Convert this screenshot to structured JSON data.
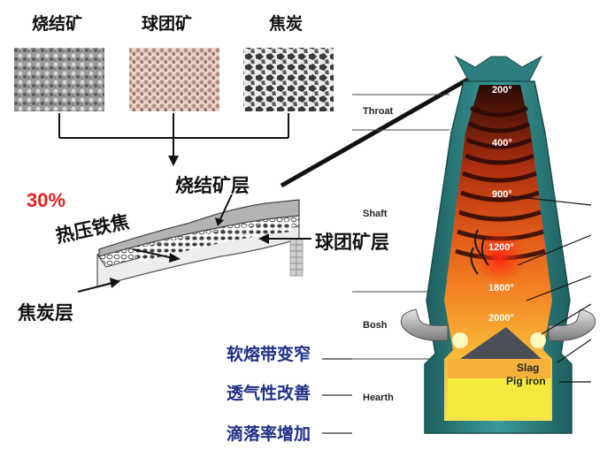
{
  "materials": {
    "sinter": "烧结矿",
    "pellet": "球团矿",
    "coke": "焦炭"
  },
  "layer_labels": {
    "sinter_layer": "烧结矿层",
    "pellet_layer": "球团矿层",
    "hot_pressed_coke": "热压铁焦",
    "coke_layer": "焦炭层",
    "percent": "30%"
  },
  "zones": {
    "throat": "Throat",
    "shaft": "Shaft",
    "bosh": "Bosh",
    "hearth": "Hearth"
  },
  "temperatures": [
    "200°",
    "400°",
    "900°",
    "1200°",
    "1800°",
    "2000°"
  ],
  "products": {
    "slag": "Slag",
    "pig_iron": "Pig iron"
  },
  "benefits": [
    "软熔带变窄",
    "透气性改善",
    "滴落率增加"
  ],
  "colors": {
    "percent": "#e02020",
    "benefit_text": "#1f2f86",
    "furnace_shell": "#2e7f7f"
  }
}
